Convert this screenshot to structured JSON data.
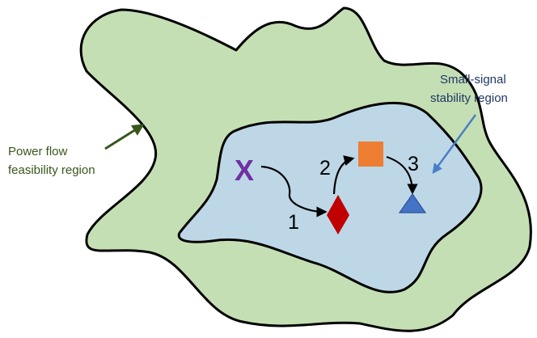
{
  "labels": {
    "power_flow": [
      "Power flow",
      "feasibility region"
    ],
    "small_signal": [
      "Small-signal",
      "stability region"
    ]
  },
  "start_marker": "X",
  "steps": [
    "1",
    "2",
    "3"
  ],
  "markers": [
    {
      "name": "start",
      "shape": "x",
      "color": "#7030a0"
    },
    {
      "name": "step-1",
      "shape": "diamond",
      "color": "#c00000"
    },
    {
      "name": "step-2",
      "shape": "square",
      "color": "#ed7d31"
    },
    {
      "name": "step-3",
      "shape": "triangle",
      "color": "#4472c4"
    }
  ],
  "colors": {
    "outer_region": "#c5dfb4",
    "inner_region": "#bdd7e7",
    "power_label": "#38571a",
    "small_signal_label": "#1f3864",
    "small_signal_arrow": "#4a7fc6",
    "power_arrow": "#38571a",
    "outline": "#000000"
  }
}
